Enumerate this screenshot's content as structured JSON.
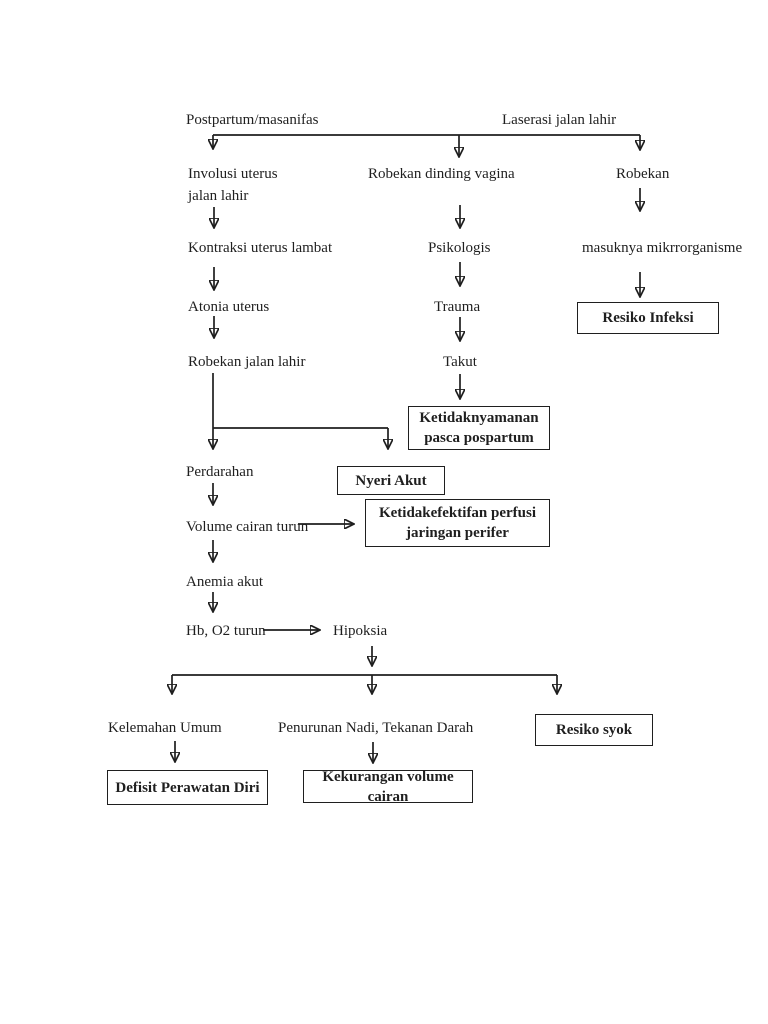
{
  "colors": {
    "background": "#ffffff",
    "ink": "#1f1f1f"
  },
  "flowchart": {
    "labels": {
      "postpartum": "Postpartum/masanifas",
      "laserasi": "Laserasi jalan lahir",
      "involusi": "Involusi uterus\njalan lahir",
      "robekan_dinding": "Robekan dinding vagina",
      "robekan": "Robekan",
      "kontraksi": "Kontraksi uterus lambat",
      "psikologis": "Psikologis",
      "masuknya": "masuknya mikrrorganisme",
      "atonia": "Atonia uterus",
      "trauma": "Trauma",
      "robekan_jalan": "Robekan jalan lahir",
      "takut": "Takut",
      "perdarahan": "Perdarahan",
      "volume": "Volume cairan turun",
      "anemia": "Anemia akut",
      "hb": "Hb, O2 turun",
      "hipoksia": "Hipoksia",
      "kelemahan": "Kelemahan Umum",
      "penurunan": "Penurunan Nadi, Tekanan Darah"
    },
    "diagnosis_boxes": {
      "resiko_infeksi": "Resiko Infeksi",
      "ketidaknyamanan": "Ketidaknyamanan pasca pospartum",
      "nyeri_akut": "Nyeri Akut",
      "perfusi": "Ketidakefektifan perfusi jaringan perifer",
      "resiko_syok": "Resiko syok",
      "defisit": "Defisit Perawatan Diri",
      "kekurangan": "Kekurangan volume cairan"
    }
  }
}
